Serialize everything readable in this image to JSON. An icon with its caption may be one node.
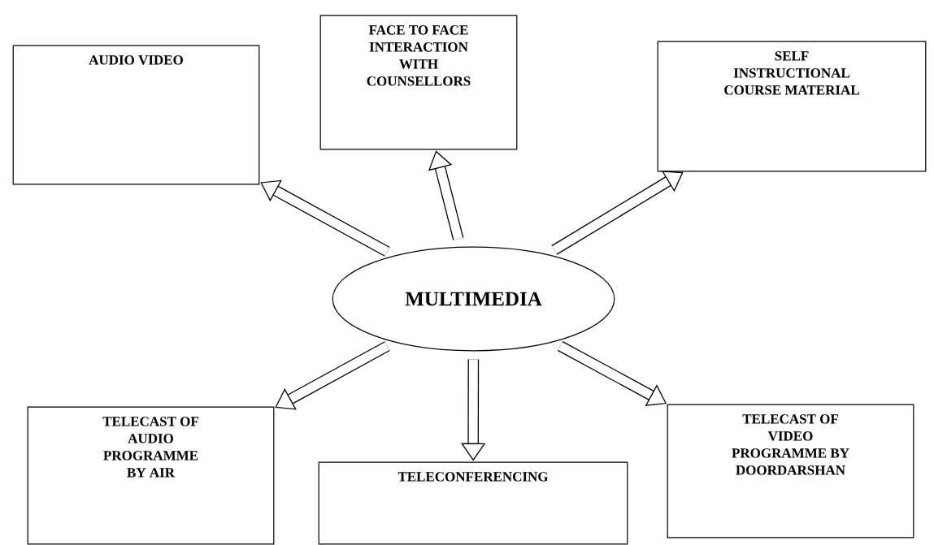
{
  "diagram": {
    "nodes": [
      {
        "text": [
          "AUDIO VIDEO"
        ]
      },
      {
        "text": [
          "FACE TO FACE INTERACTION WITH COUNSELLORS"
        ]
      },
      {
        "text": [
          "SELF INSTRUCTIONAL COURSE MATERIAL"
        ]
      },
      {
        "text": [
          "MULTIMEDIA"
        ]
      },
      {
        "text": [
          "TELECAST OF AUDIO PROGRAMME BY AIR"
        ]
      },
      {
        "text": [
          "TELECONFERENCING"
        ]
      },
      {
        "text": [
          "TELECAST OF VIDEO PROGRAMME BY DOORDARSHAN"
        ]
      }
    ],
    "edges": [
      {
        "from": 3,
        "to": 0,
        "arrow": "to"
      },
      {
        "from": 3,
        "to": 1,
        "arrow": "to"
      },
      {
        "from": 3,
        "to": 2,
        "arrow": "to"
      },
      {
        "from": 3,
        "to": 4,
        "arrow": "to"
      },
      {
        "from": 3,
        "to": 5,
        "arrow": "to"
      },
      {
        "from": 3,
        "to": 6,
        "arrow": "to"
      }
    ]
  }
}
